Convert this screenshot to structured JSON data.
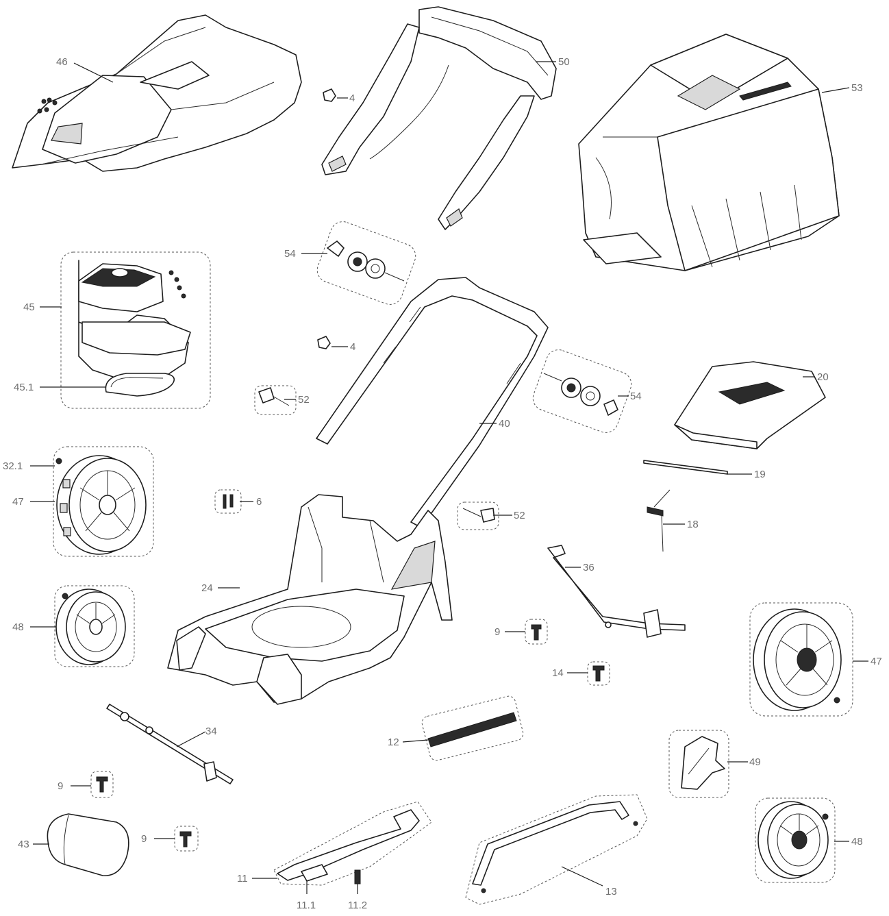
{
  "labels": {
    "cover": "46",
    "knob_top": "4",
    "knob_mid": "4",
    "upper_handle": "50",
    "grass_box": "53",
    "motor": "45",
    "belt": "45.1",
    "adjuster_top": "54",
    "adjuster_right": "54",
    "lower_handle": "40",
    "rear_flap": "20",
    "clamp_left": "52",
    "clamp_right": "52",
    "wheel_cap": "32.1",
    "rear_wheel_left": "47",
    "rear_wheel_right": "47",
    "front_wheel_left": "48",
    "front_wheel_right": "48",
    "screw_set_6": "6",
    "rod": "19",
    "spring": "18",
    "height_lever": "36",
    "deck": "24",
    "screw_set_9_mid": "9",
    "screw_set_9_left": "9",
    "screw_set_9_bottom": "9",
    "screw_set_14": "14",
    "axle": "34",
    "brush": "12",
    "side_guard": "49",
    "mulch_plug": "43",
    "blade": "11",
    "blade_part_1": "11.1",
    "blade_part_2": "11.2",
    "carry_handle": "13"
  }
}
